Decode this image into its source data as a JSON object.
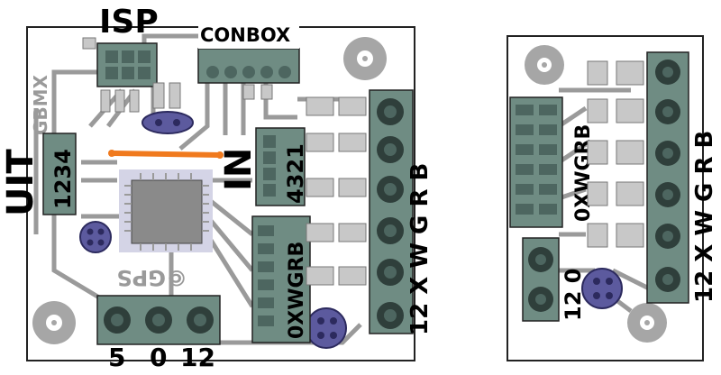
{
  "colors": {
    "board_fill": "#ffffff",
    "board_edge": "#222222",
    "trace": "#9a9a9a",
    "pad_gray": "#a6a6a6",
    "header": "#6f8c83",
    "header_pin": "#4d6660",
    "header_hole": "#2f3f3b",
    "chip_body": "#8a8a8a",
    "chip_shadow": "#d4d4e6",
    "jumper_blue": "#5c5a9e",
    "jumper_dark": "#2c2a5e",
    "orange_wire": "#f07a1e",
    "label": "#000000",
    "silk_gray": "#9a9a9a"
  },
  "board_left": {
    "labels": {
      "isp": "ISP",
      "conbox": "CONBOX",
      "gbmx": "GBMX",
      "uit": "UIT",
      "uit_pins": "1234",
      "in": "IN",
      "in_pins": "4321",
      "mid_pins": "0XWGRB",
      "right_pins": "12 X W G R B",
      "power_pins": [
        "5",
        "0",
        "12"
      ],
      "logo": "©GPS"
    }
  },
  "board_right": {
    "labels": {
      "left_pins": "0XWGRB",
      "power_pins": "12 0",
      "right_pins": "12 X W G R B"
    }
  }
}
